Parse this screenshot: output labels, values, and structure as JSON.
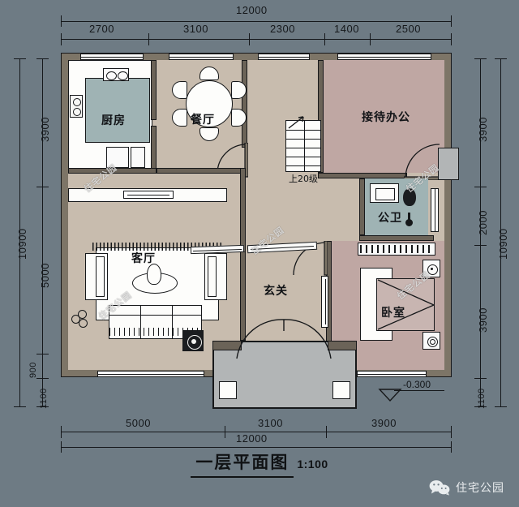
{
  "plan": {
    "title": "一层平面图",
    "scale": "1:100",
    "elevation_marker": "-0.300",
    "watermark_text": "住宅公园"
  },
  "dimensions": {
    "top": {
      "total": "12000",
      "segments": [
        "2700",
        "3100",
        "2300",
        "1400",
        "2500"
      ]
    },
    "bottom": {
      "total": "12000",
      "segments": [
        "5000",
        "3100",
        "3900"
      ]
    },
    "left": {
      "total": "10900",
      "segments": [
        "3900",
        "5000",
        "900",
        "1100"
      ]
    },
    "right": {
      "total": "10900",
      "segments": [
        "3900",
        "2000",
        "3900",
        "1100"
      ]
    }
  },
  "rooms": [
    {
      "key": "kitchen",
      "label": "厨房"
    },
    {
      "key": "dining",
      "label": "餐厅"
    },
    {
      "key": "office",
      "label": "接待办公"
    },
    {
      "key": "bathroom",
      "label": "公卫"
    },
    {
      "key": "living",
      "label": "客厅"
    },
    {
      "key": "foyer",
      "label": "玄关"
    },
    {
      "key": "bedroom",
      "label": "卧室"
    }
  ],
  "annotations": {
    "stairs": "上20级"
  },
  "footer": {
    "account_name": "住宅公园",
    "icon": "wechat-icon"
  },
  "colors": {
    "background": "#6e7b84",
    "wall": "#6b6358",
    "beige_floor": "#c8bcae",
    "mauve_floor": "#bfa7a3",
    "teal_fill": "#9fb3b4",
    "porch": "#b2b5b6",
    "ink": "#16181a"
  }
}
